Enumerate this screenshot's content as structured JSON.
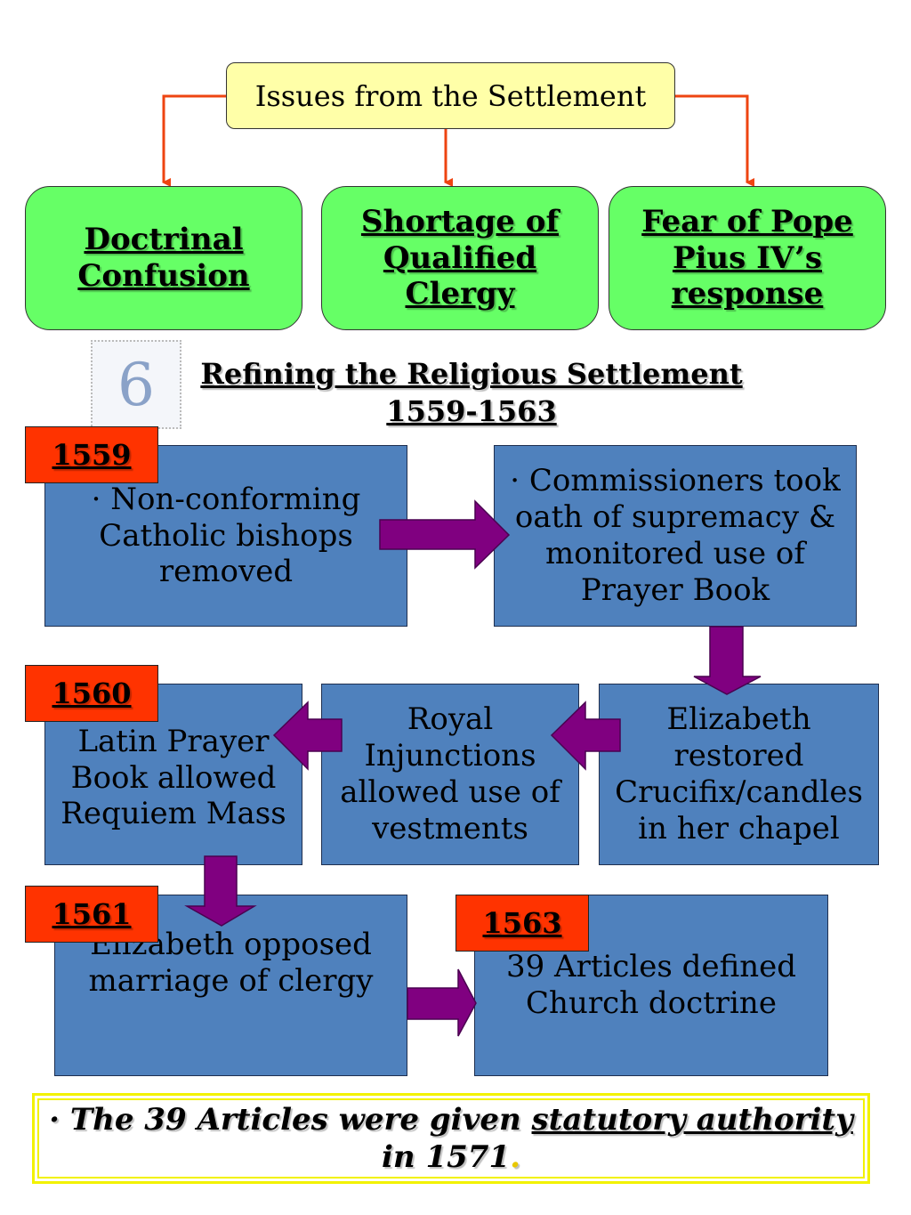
{
  "top": {
    "title": "Issues from the Settlement",
    "issues": [
      "Doctrinal Confusion",
      "Shortage of Qualified Clergy",
      "Fear of Pope Pius IV’s response"
    ]
  },
  "heading": {
    "line1": "Refining the Religious Settlement",
    "line2": "1559-1563",
    "badge": "6"
  },
  "years": {
    "y1559": "1559",
    "y1560": "1560",
    "y1561": "1561",
    "y1563": "1563"
  },
  "boxes": {
    "bishops": "· Non-conforming Catholic bishops removed",
    "commissioners": "· Commissioners took oath of supremacy & monitored use of Prayer Book",
    "crucifix": "Elizabeth restored Crucifix/candles in her chapel",
    "injunctions": "Royal Injunctions allowed use of vestments",
    "latin": "Latin Prayer Book allowed Requiem Mass",
    "marriage": "Elizabeth opposed marriage of clergy",
    "articles": "39 Articles defined Church doctrine"
  },
  "note": {
    "bullet": "·",
    "part1": "The 39 Articles were given",
    "emphasis": "statutory authority",
    "part2": "in 1571",
    "period": "."
  },
  "colors": {
    "connector": "#ee4411",
    "arrow": "#800080",
    "box_blue": "#4f81bd",
    "box_green": "#66ff66",
    "year_red": "#ff3300",
    "title_yellow": "#ffffa8"
  }
}
